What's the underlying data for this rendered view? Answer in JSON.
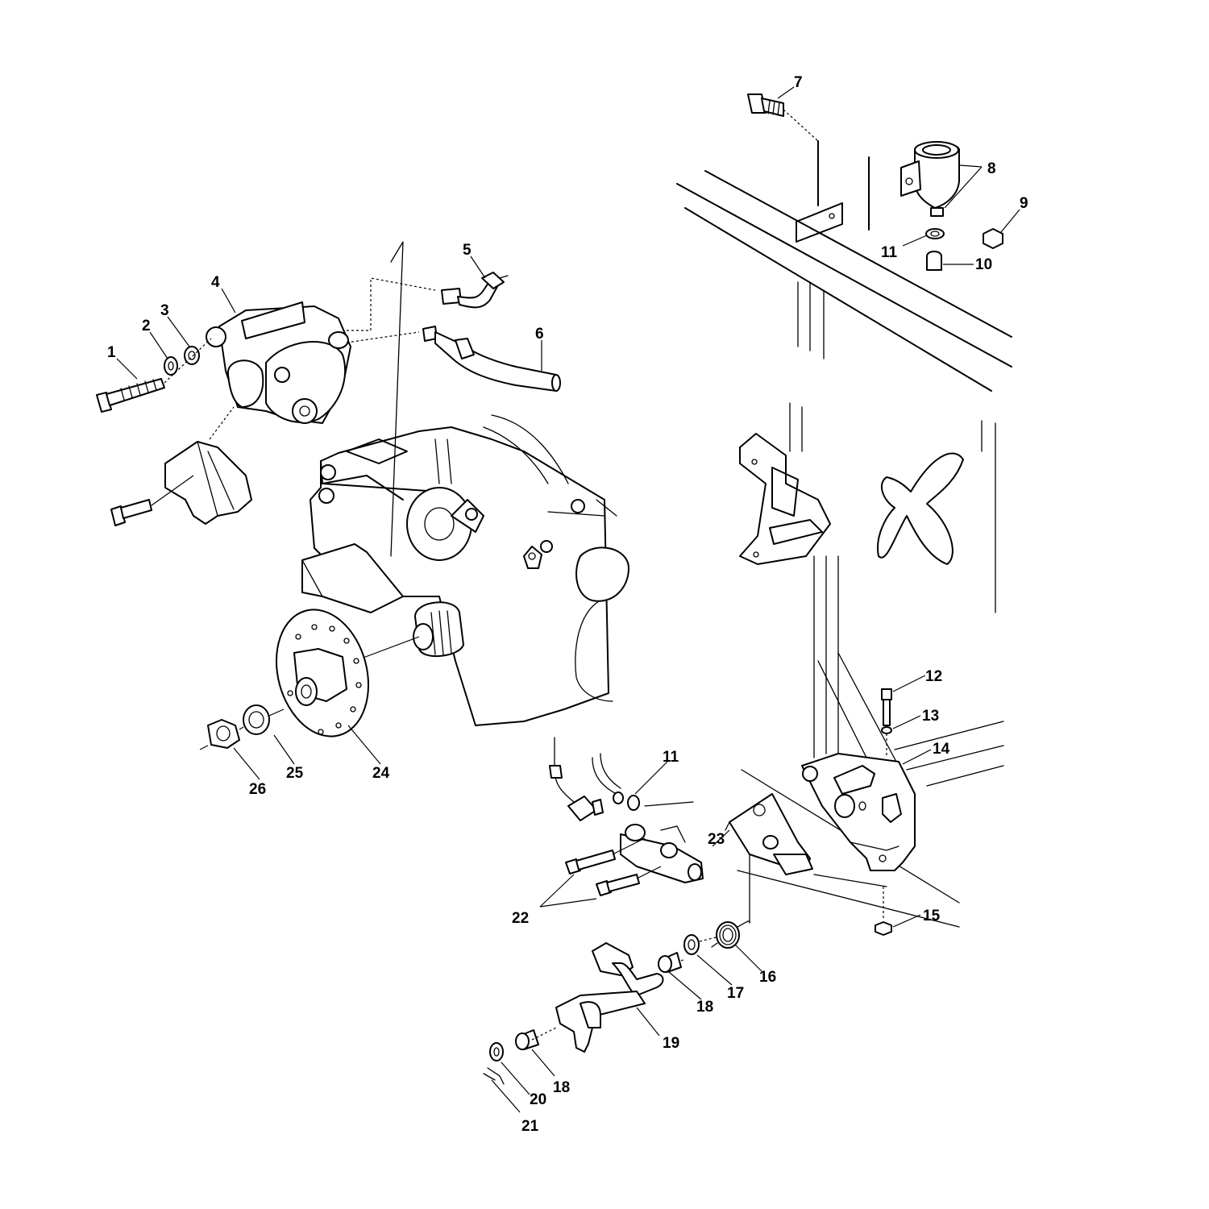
{
  "callouts": [
    {
      "id": "c1",
      "label": "1"
    },
    {
      "id": "c2",
      "label": "2"
    },
    {
      "id": "c3",
      "label": "3"
    },
    {
      "id": "c4",
      "label": "4"
    },
    {
      "id": "c5",
      "label": "5"
    },
    {
      "id": "c6",
      "label": "6"
    },
    {
      "id": "c7",
      "label": "7"
    },
    {
      "id": "c8",
      "label": "8"
    },
    {
      "id": "c9",
      "label": "9"
    },
    {
      "id": "c10",
      "label": "10"
    },
    {
      "id": "c11a",
      "label": "11"
    },
    {
      "id": "c11b",
      "label": "11"
    },
    {
      "id": "c12",
      "label": "12"
    },
    {
      "id": "c13",
      "label": "13"
    },
    {
      "id": "c14",
      "label": "14"
    },
    {
      "id": "c15",
      "label": "15"
    },
    {
      "id": "c16",
      "label": "16"
    },
    {
      "id": "c17",
      "label": "17"
    },
    {
      "id": "c18a",
      "label": "18"
    },
    {
      "id": "c18b",
      "label": "18"
    },
    {
      "id": "c19",
      "label": "19"
    },
    {
      "id": "c20",
      "label": "20"
    },
    {
      "id": "c21",
      "label": "21"
    },
    {
      "id": "c22",
      "label": "22"
    },
    {
      "id": "c23",
      "label": "23"
    },
    {
      "id": "c24",
      "label": "24"
    },
    {
      "id": "c25",
      "label": "25"
    },
    {
      "id": "c26",
      "label": "26"
    }
  ]
}
